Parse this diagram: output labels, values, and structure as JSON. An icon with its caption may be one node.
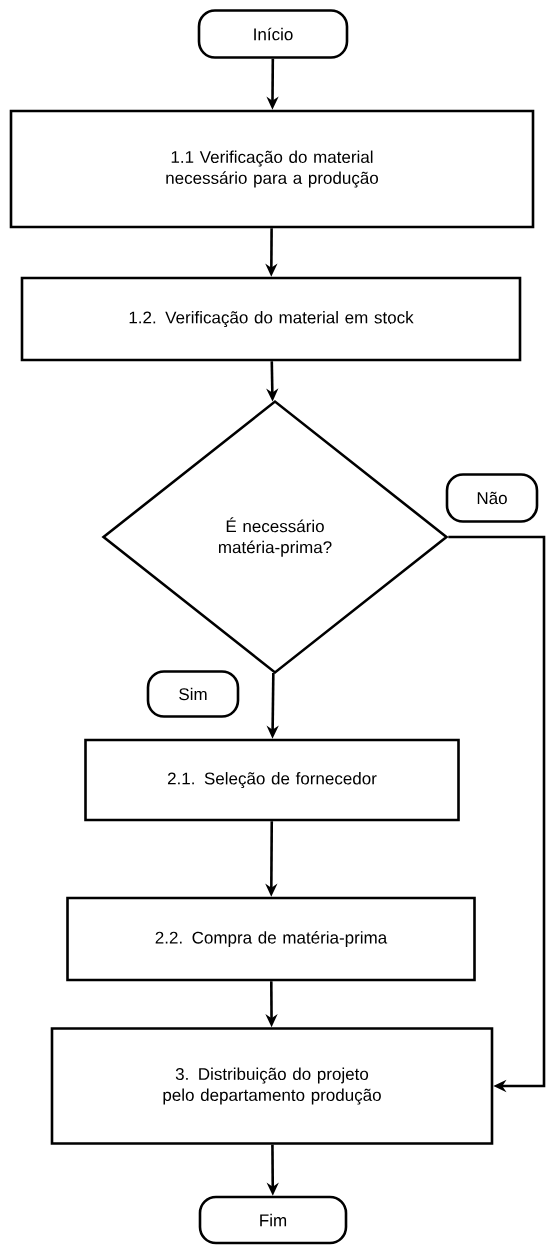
{
  "diagram": {
    "nodes": [
      {
        "text": [
          "Início"
        ]
      },
      {
        "text": [
          "1.1 Verificação do material necessário para a produção"
        ]
      },
      {
        "text": [
          "1.2. Verificação do material em stock"
        ]
      },
      {
        "text": [
          "É necessário matéria-prima?"
        ]
      },
      {
        "text": [
          "Não"
        ]
      },
      {
        "text": [
          "Sim"
        ]
      },
      {
        "text": [
          "2.1. Seleção de fornecedor"
        ]
      },
      {
        "text": [
          "2.2. Compra de matéria-prima"
        ]
      },
      {
        "text": [
          "3. Distribuição do projeto pelo departamento produção"
        ]
      },
      {
        "text": [
          "Fim"
        ]
      }
    ],
    "edges": [
      {
        "from": 0,
        "to": 1,
        "arrow": "to"
      },
      {
        "from": 1,
        "to": 2,
        "arrow": "to"
      },
      {
        "from": 2,
        "to": 3,
        "arrow": "to"
      },
      {
        "from": 3,
        "to": 6,
        "arrow": "to"
      },
      {
        "from": 3,
        "to": 8,
        "arrow": "to"
      },
      {
        "from": 6,
        "to": 7,
        "arrow": "to"
      },
      {
        "from": 7,
        "to": 8,
        "arrow": "to"
      },
      {
        "from": 8,
        "to": 9,
        "arrow": "to"
      }
    ]
  }
}
